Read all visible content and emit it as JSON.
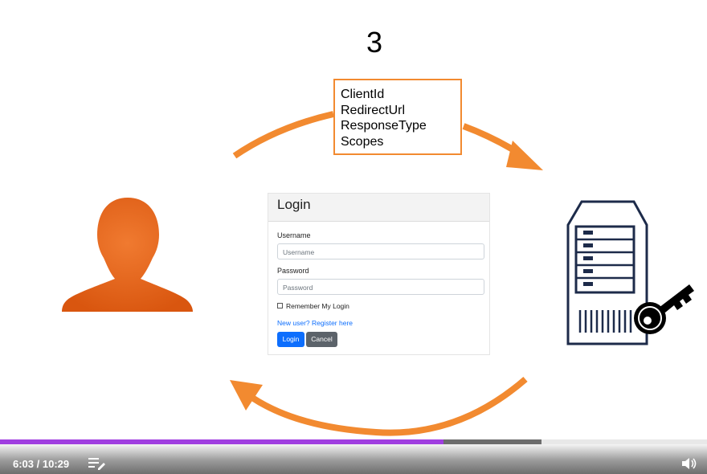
{
  "slide": {
    "step_number": "3",
    "params": [
      "ClientId",
      "RedirectUrl",
      "ResponseType",
      "Scopes"
    ]
  },
  "login_form": {
    "title": "Login",
    "username_label": "Username",
    "username_placeholder": "Username",
    "password_label": "Password",
    "password_placeholder": "Password",
    "remember_label": "Remember My Login",
    "register_link": "New user? Register here",
    "login_button": "Login",
    "cancel_button": "Cancel"
  },
  "player": {
    "time": "6:03 / 10:29",
    "played_fraction": 0.627,
    "buffered_fraction": 0.766,
    "icons": [
      "playlist-icon",
      "volume-icon"
    ]
  },
  "colors": {
    "arrow": "#f28a30",
    "user_silhouette": "#e8671e",
    "server": "#1d2b4a",
    "progress_played": "#a03ee0",
    "login_button": "#0d6efd",
    "cancel_button": "#5c636a"
  }
}
